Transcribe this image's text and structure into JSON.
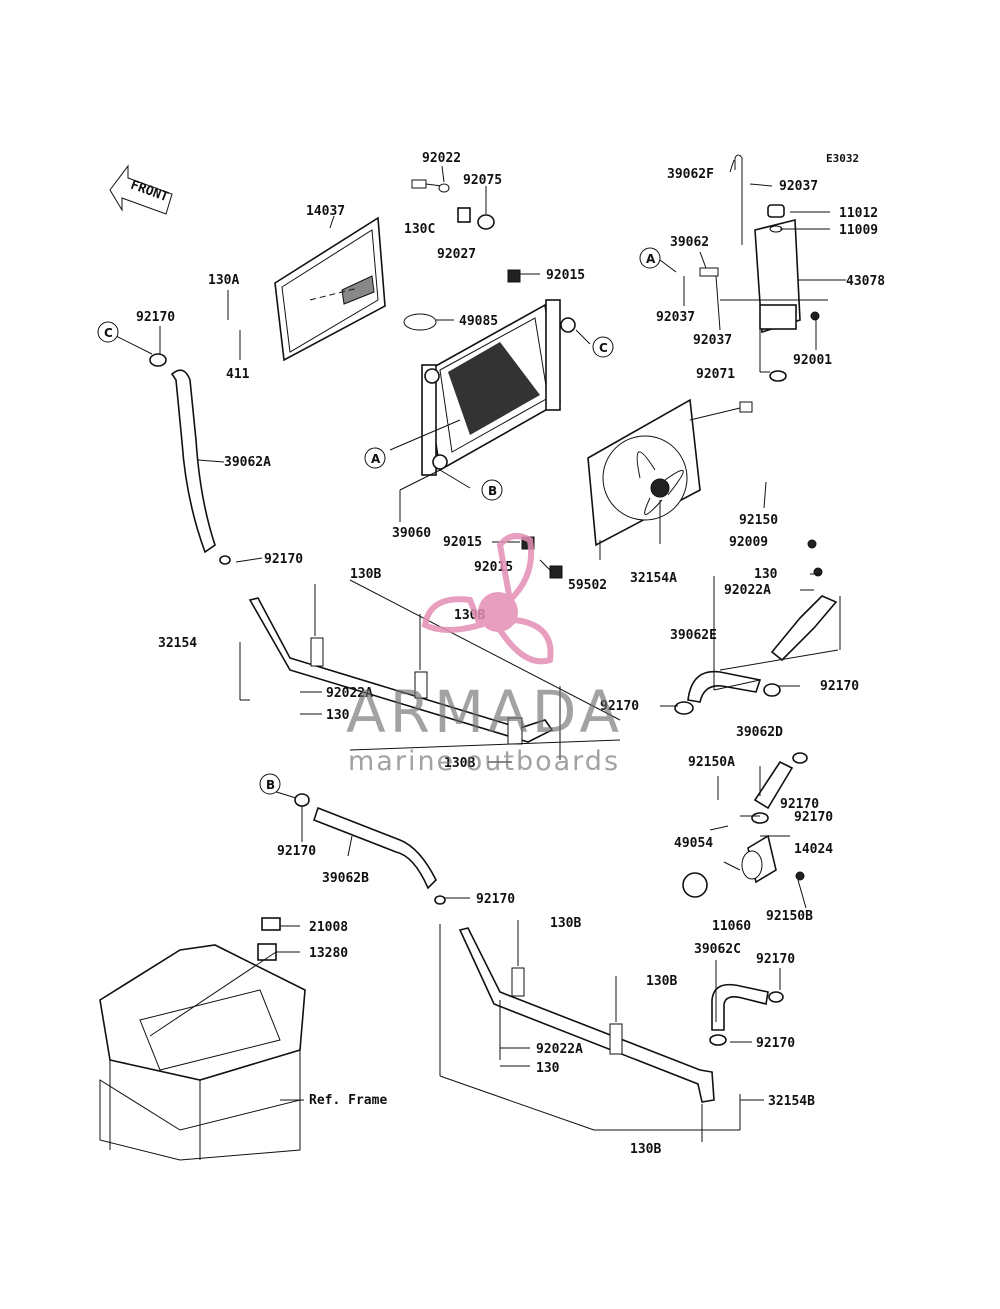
{
  "diagram_code": "E3032",
  "front_label": "FRONT",
  "reference_label": "Ref. Frame",
  "callouts": [
    "A",
    "B",
    "C"
  ],
  "part_labels": {
    "p14037": "14037",
    "p92022": "92022",
    "p92075": "92075",
    "p130C": "130C",
    "p92027": "92027",
    "p92015_top": "92015",
    "p49085": "49085",
    "p130A": "130A",
    "p411": "411",
    "p92170_c": "92170",
    "p39062A": "39062A",
    "p39060": "39060",
    "p92015_mid": "92015",
    "p92015_low": "92015",
    "p59502": "59502",
    "p39062F": "39062F",
    "p92037_top": "92037",
    "p11012": "11012",
    "p11009": "11009",
    "p39062": "39062",
    "p43078": "43078",
    "p92037_left": "92037",
    "p92037_mid": "92037",
    "p92001": "92001",
    "p92071": "92071",
    "p92150": "92150",
    "p92009": "92009",
    "p32154A": "32154A",
    "p130_a": "130",
    "p92022A_a": "92022A",
    "p92170_upper": "92170",
    "p130B_upper": "130B",
    "p130B_mid": "130B",
    "p32154": "32154",
    "p92022A_b": "92022A",
    "p130_b": "130",
    "p130B_low": "130B",
    "p92170_center": "92170",
    "p39062E": "39062E",
    "p92170_right": "92170",
    "p39062D": "39062D",
    "p92150A": "92150A",
    "p92170_d1": "92170",
    "p92170_d2": "92170",
    "p14024": "14024",
    "p49054": "49054",
    "p11060": "11060",
    "p92150B": "92150B",
    "p92170_b": "92170",
    "p39062B": "39062B",
    "p92170_lower": "92170",
    "p130B_lower1": "130B",
    "p130B_lower2": "130B",
    "p21008": "21008",
    "p13280": "13280",
    "p39062C": "39062C",
    "p92170_c1": "92170",
    "p92170_c2": "92170",
    "p92022A_c": "92022A",
    "p130_c": "130",
    "p32154B": "32154B",
    "p130B_bottom": "130B"
  },
  "watermark": {
    "brand": "ARMADA",
    "tagline": "marine outboards",
    "accent_color": "#e58fb5"
  }
}
